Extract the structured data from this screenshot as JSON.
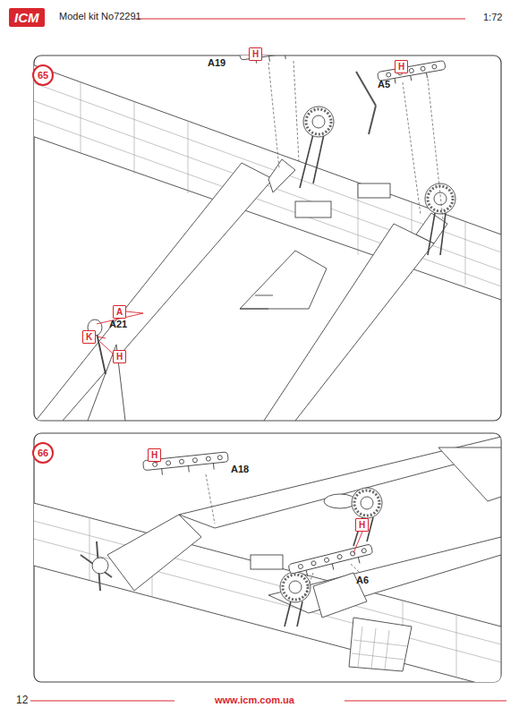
{
  "diagram": {
    "nodes": [
      {
        "text": [
          "ICM"
        ]
      },
      {
        "text": [
          "65"
        ]
      },
      {
        "text": [
          "H"
        ]
      },
      {
        "text": [
          "H"
        ]
      },
      {
        "text": [
          "A"
        ]
      },
      {
        "text": [
          "K"
        ]
      },
      {
        "text": [
          "H"
        ]
      },
      {
        "text": [
          "66"
        ]
      },
      {
        "text": [
          "H"
        ]
      },
      {
        "text": [
          "H"
        ]
      }
    ],
    "edges": [],
    "labels": [
      "Model kit No72291",
      "1:72",
      "A19",
      "A5",
      "A21",
      "A18",
      "A6",
      "12",
      "www.icm.com.ua"
    ]
  }
}
